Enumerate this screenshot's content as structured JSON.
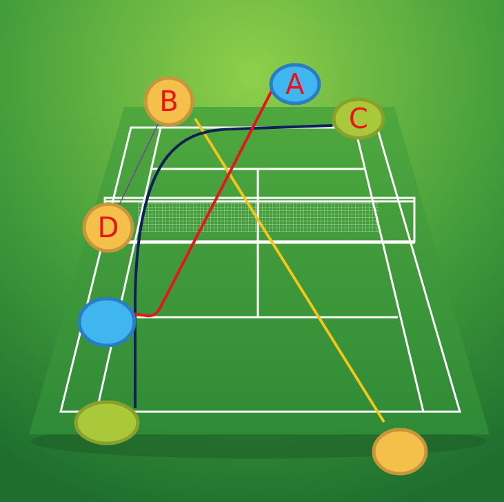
{
  "diagram": {
    "nodes": [
      {
        "text": [
          "A"
        ]
      },
      {
        "text": [
          "B"
        ]
      },
      {
        "text": [
          "C"
        ]
      },
      {
        "text": [
          "D"
        ]
      }
    ],
    "edges": [
      {
        "from": 1,
        "to": 3,
        "arrow": "none"
      }
    ]
  }
}
